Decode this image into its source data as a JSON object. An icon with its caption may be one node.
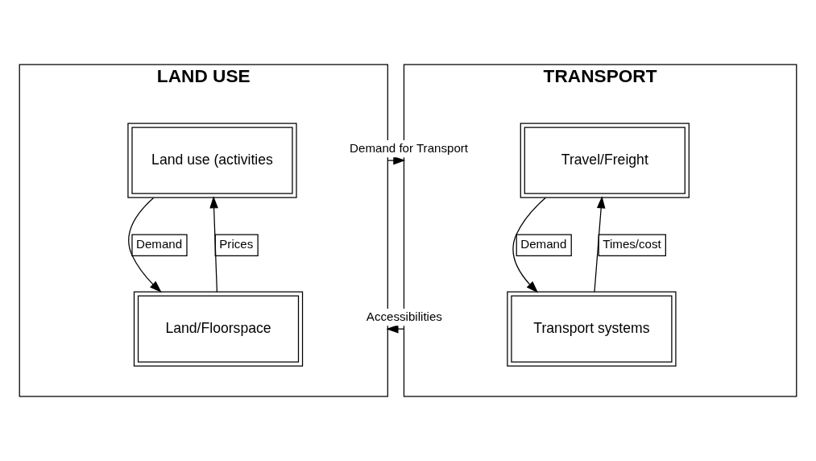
{
  "diagram": {
    "nodes": [
      {
        "text": [
          "LAND USE"
        ]
      },
      {
        "text": [
          "Land use (activities"
        ],
        "in": 0
      },
      {
        "text": [
          "Land/Floorspace"
        ],
        "in": 0
      },
      {
        "text": [
          "TRANSPORT"
        ]
      },
      {
        "text": [
          "Travel/Freight"
        ],
        "in": 3
      },
      {
        "text": [
          "Transport systems"
        ],
        "in": 3
      }
    ],
    "edges": [
      {
        "from": 1,
        "to": 2,
        "arrow": "to",
        "label": "Demand"
      },
      {
        "from": 2,
        "to": 1,
        "arrow": "to",
        "label": "Prices"
      },
      {
        "from": 0,
        "to": 3,
        "arrow": "to",
        "label": "Demand for Transport"
      },
      {
        "from": 3,
        "to": 0,
        "arrow": "to",
        "label": "Accessibilities"
      },
      {
        "from": 5,
        "to": 4,
        "arrow": "to",
        "label": "Times/cost"
      },
      {
        "from": 4,
        "to": 5,
        "arrow": "to",
        "label": "Demand"
      }
    ]
  }
}
